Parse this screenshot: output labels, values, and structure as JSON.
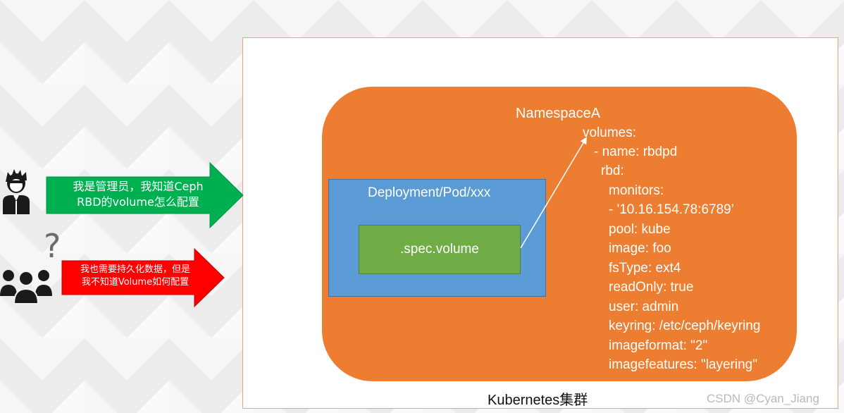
{
  "cluster": {
    "label": "Kubernetes集群"
  },
  "namespace": {
    "title": "NamespaceA",
    "yaml": [
      "volumes:",
      "- name: rbdpd",
      "rbd:",
      "monitors:",
      "- '10.16.154.78:6789’",
      "pool: kube",
      "image: foo",
      "fsType: ext4",
      "readOnly: true",
      "user: admin",
      "keyring: /etc/ceph/keyring",
      "imageformat: \"2\"",
      "imagefeatures: \"layering\""
    ]
  },
  "deployment": {
    "title": "Deployment/Pod/xxx",
    "spec_label": ".spec.volume"
  },
  "admin_callout": {
    "line1": "我是管理员，我知道Ceph",
    "line2": "RBD的volume怎么配置",
    "color": "#00b050"
  },
  "user_callout": {
    "line1": "我也需要持久化数据，但是",
    "line2": "我不知道Volume如何配置",
    "color": "#ff0000"
  },
  "question_mark": "?",
  "watermark": "CSDN @Cyan_Jiang",
  "colors": {
    "namespace": "#ed7d31",
    "deployment": "#5b9bd5",
    "spec_volume": "#70ad47"
  }
}
